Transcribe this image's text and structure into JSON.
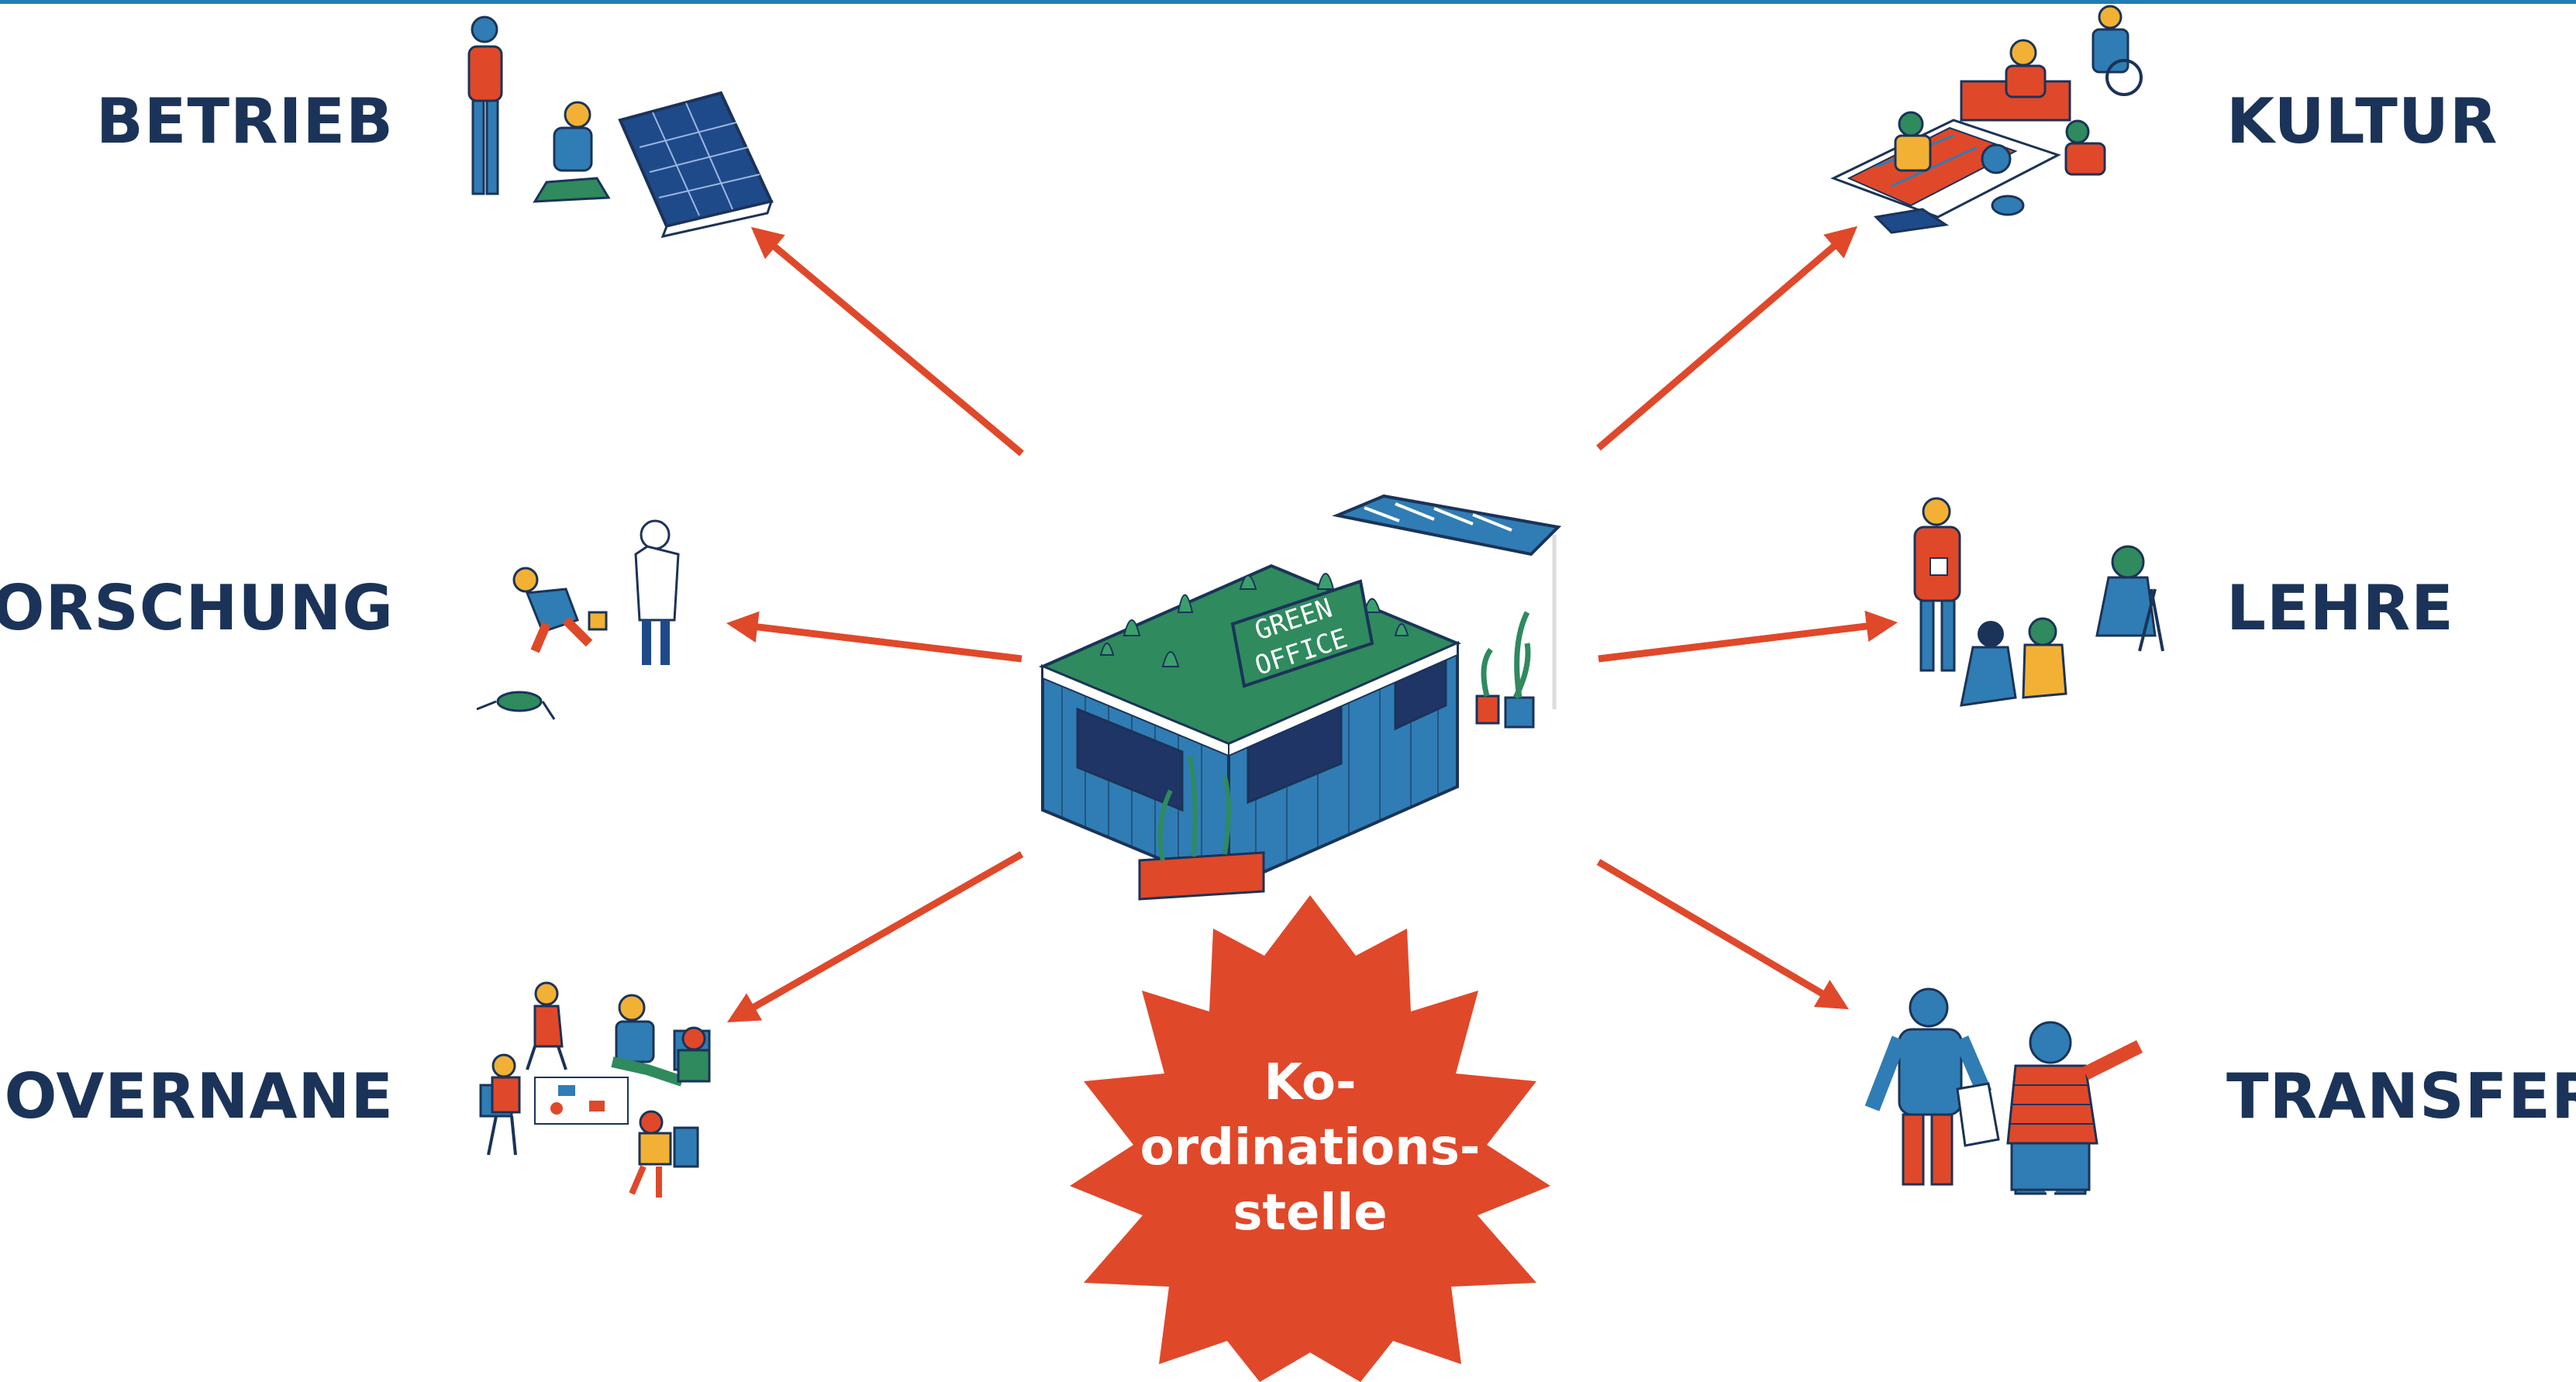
{
  "labels": {
    "betrieb": "BETRIEB",
    "forschung": "FORSCHUNG",
    "governance": "GOVERNANE",
    "kultur": "KULTUR",
    "lehre": "LEHRE",
    "transfer": "TRANSFER"
  },
  "center": {
    "sign_line1": "GREEN",
    "sign_line2": "OFFICE",
    "star_line1": "Ko-",
    "star_line2": "ordinations-",
    "star_line3": "stelle"
  },
  "colors": {
    "label_text": "#1b3358",
    "arrow": "#e0482a",
    "star": "#e0482a",
    "container": "#2f7db4",
    "roof_green": "#2f8a5e",
    "top_rule": "#1f7db3"
  },
  "icons": [
    "solar-panel-workers-illustration",
    "field-researchers-illustration",
    "meeting-circle-illustration",
    "picnic-community-illustration",
    "teaching-group-illustration",
    "pointing-people-illustration",
    "green-office-container-illustration"
  ]
}
